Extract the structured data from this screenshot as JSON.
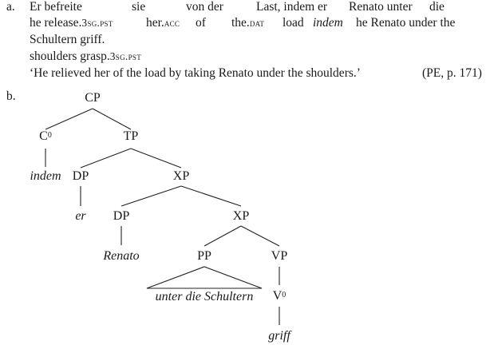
{
  "example_a": {
    "label": "a.",
    "line1": {
      "w1": "Er befreite",
      "w2": "sie",
      "w3": "von der",
      "w4": "Last, indem er",
      "w5": "Renato unter",
      "w6": "die"
    },
    "line2": {
      "g1": "he release.",
      "g1_sc": "3sg.pst",
      "g2": "her.",
      "g2_sc": "acc",
      "g3": "of",
      "g4": "the.",
      "g4_sc": "dat",
      "g5": "load",
      "g6": "indem",
      "g7": "he Renato under the"
    },
    "line3": "Schultern griff.",
    "line4": {
      "g1": "shoulders grasp.",
      "g1_sc": "3sg.pst"
    },
    "translation": "‘He relieved her of the load by taking Renato under the shoulders.’",
    "source": "(PE, p. 171)"
  },
  "example_b": {
    "label": "b.",
    "tree": {
      "cp": "CP",
      "c": "C",
      "c_sup": "0",
      "tp": "TP",
      "indem": "indem",
      "dp1": "DP",
      "xp1": "XP",
      "er": "er",
      "dp2": "DP",
      "xp2": "XP",
      "renato": "Renato",
      "pp": "PP",
      "vp": "VP",
      "pp_content": "unter die Schultern",
      "v": "V",
      "v_sup": "0",
      "griff": "griff"
    }
  }
}
